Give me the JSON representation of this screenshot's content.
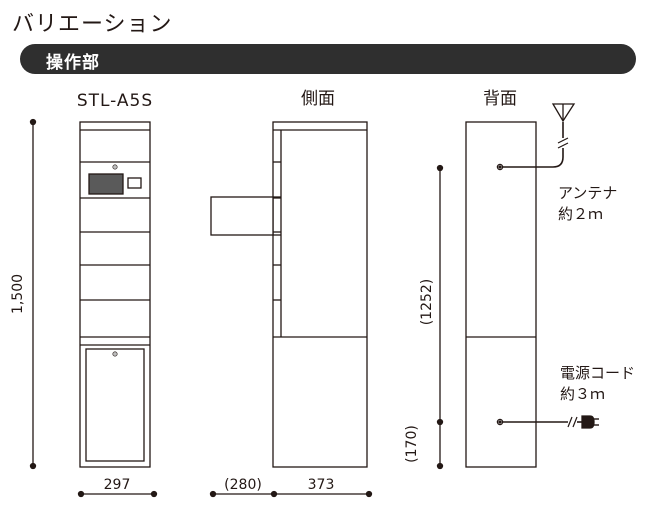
{
  "header": {
    "title": "バリエーション",
    "section_label": "操作部"
  },
  "views": {
    "front": {
      "title": "STL-A5S",
      "height_dim": "1,500",
      "width_dim": "297"
    },
    "side": {
      "title": "側面",
      "protrusion_dim": "(280)",
      "depth_dim": "373"
    },
    "back": {
      "title": "背面",
      "antenna_label_1": "アンテナ",
      "antenna_label_2": "約２ｍ",
      "power_label_1": "電源コード",
      "power_label_2": "約３ｍ",
      "dim_upper": "(1252)",
      "dim_lower": "(170)"
    }
  }
}
